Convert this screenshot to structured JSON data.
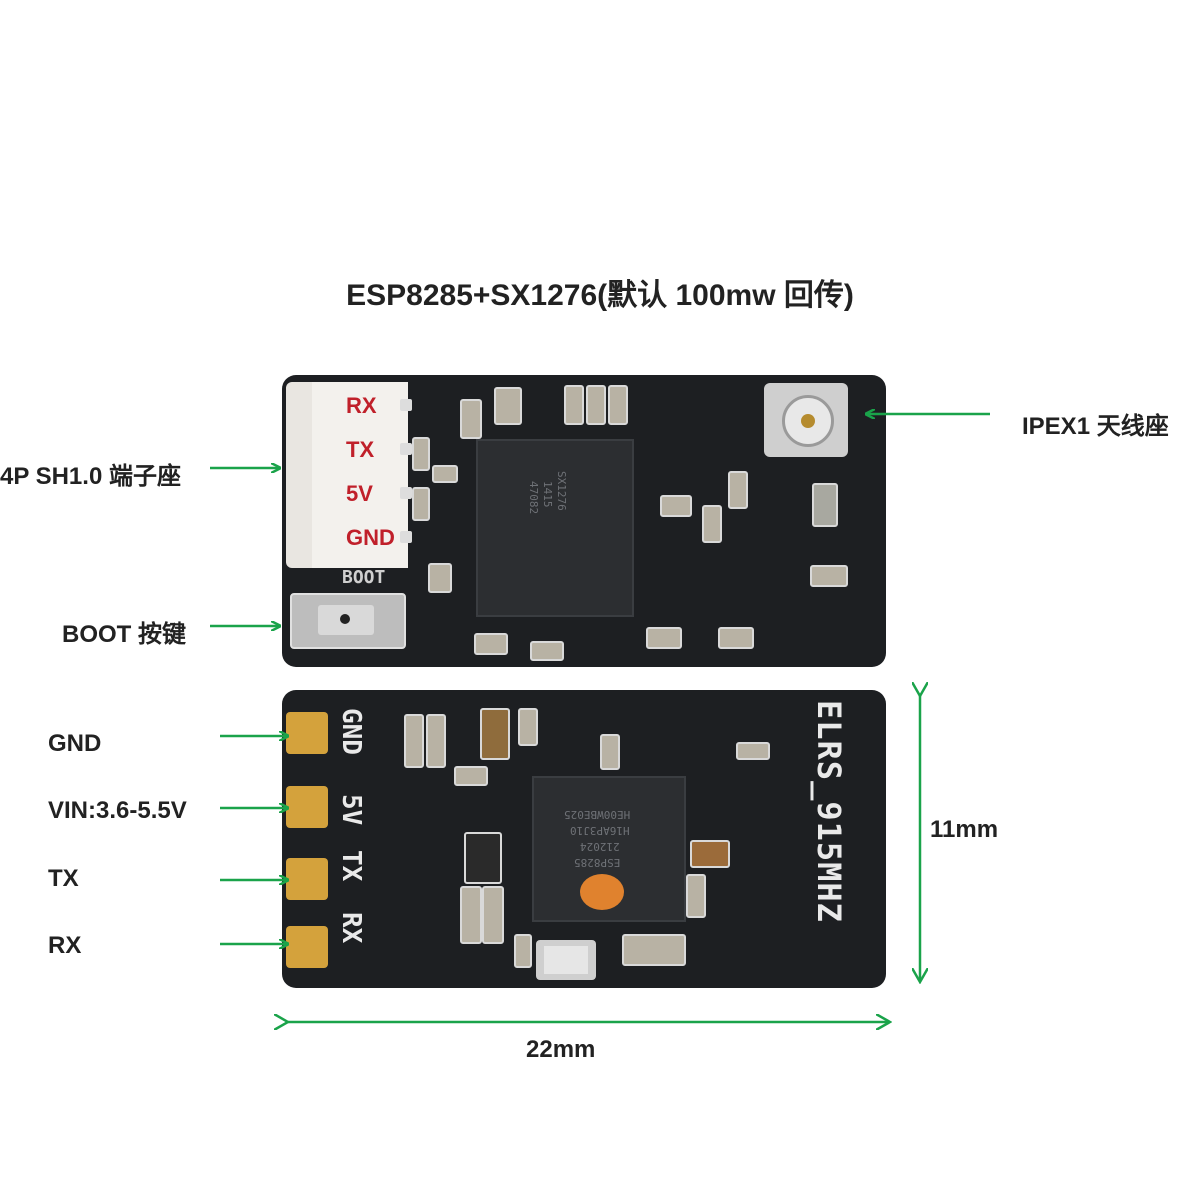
{
  "title": "ESP8285+SX1276(默认 100mw 回传)",
  "top_board": {
    "connector_pins": [
      "RX",
      "TX",
      "5V",
      "GND"
    ],
    "silk_boot": "BOOT",
    "chip_marking": [
      "SX1276",
      "1415",
      "47082"
    ],
    "callouts": {
      "connector": "4P SH1.0 端子座",
      "boot_button": "BOOT 按键",
      "antenna": "IPEX1 天线座"
    }
  },
  "bottom_board": {
    "silk_pins": [
      "GND",
      "5V",
      "TX",
      "RX"
    ],
    "silk_name": "ELRS_915MHZ",
    "chip_marking": [
      "ESP8285",
      "212024",
      "H16AP3J10",
      "HE00WBE025"
    ],
    "pad_labels": [
      "GND",
      "VIN:3.6-5.5V",
      "TX",
      "RX"
    ]
  },
  "dimensions": {
    "width": "22mm",
    "height": "11mm"
  },
  "colors": {
    "arrow": "#1aa34a",
    "pin_text": "#c0202a",
    "pcb": "#1d1f22",
    "pad": "#d4a23c"
  }
}
